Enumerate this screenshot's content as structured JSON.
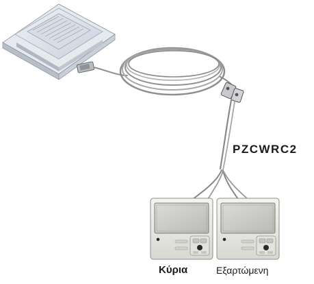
{
  "labels": {
    "model": "PZCWRC2",
    "main_controller": "Κύρια",
    "sub_controller": "Εξαρτώμενη"
  }
}
